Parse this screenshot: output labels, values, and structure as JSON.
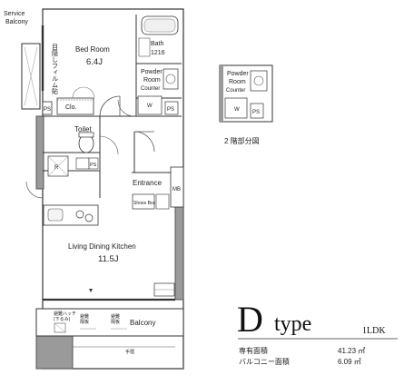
{
  "labels": {
    "service_balcony_1": "Service",
    "service_balcony_2": "Balcony",
    "bed_room": "Bed Room",
    "bed_room_area": "6.4J",
    "bath": "Bath",
    "bath_size": "1216",
    "powder_1": "Powder",
    "powder_2": "Room",
    "counter": "Counter",
    "w": "W",
    "ps": "PS",
    "clo": "Clo.",
    "toilet": "Toilet",
    "r": "R",
    "entrance": "Entrance",
    "shoes_box": "Shoes Box",
    "mb": "MB",
    "ldk": "Living Dining Kitchen",
    "ldk_area": "11.5J",
    "balcony": "Balcony",
    "handrail": "手摺",
    "mullion_film": "目隠しフィルム貼",
    "evac_hatch": "避難ハッチ",
    "evac_hatch_sub": "(下るみ)",
    "evac_partition": "避難",
    "evac_partition_sub": "隔板"
  },
  "inset": {
    "powder_1": "Powder",
    "powder_2": "Room",
    "counter": "Counter",
    "w": "W",
    "ps": "PS",
    "caption": "2 階部分図"
  },
  "type_block": {
    "letter": "D",
    "word": "type",
    "layout": "1LDK",
    "area_label": "専有面積",
    "area_value": "41.23 ㎡",
    "balcony_label": "バルコニー面積",
    "balcony_value": "6.09 ㎡"
  }
}
